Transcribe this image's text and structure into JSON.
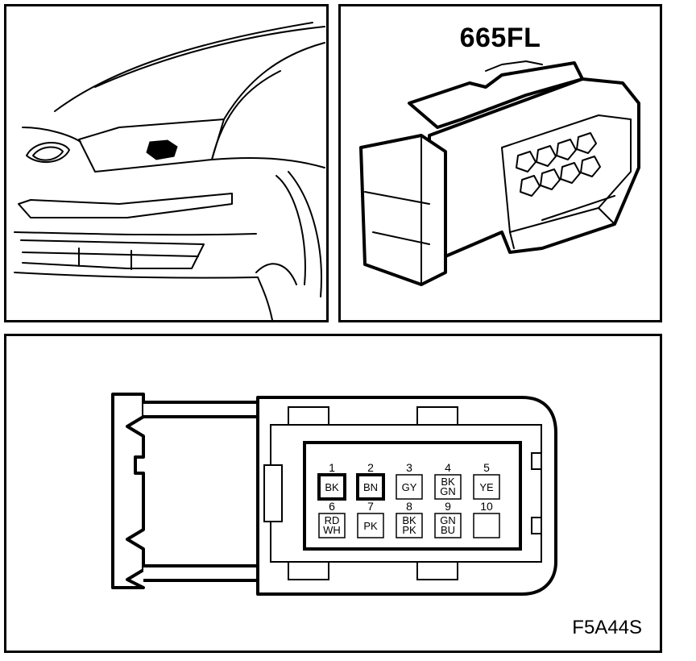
{
  "connector": {
    "id": "665FL",
    "figure_code": "F5A44S"
  },
  "pins": [
    {
      "num": "1",
      "code": [
        "BK"
      ],
      "bold": true
    },
    {
      "num": "2",
      "code": [
        "BN"
      ],
      "bold": true
    },
    {
      "num": "3",
      "code": [
        "GY"
      ],
      "bold": false
    },
    {
      "num": "4",
      "code": [
        "BK",
        "GN"
      ],
      "bold": false
    },
    {
      "num": "5",
      "code": [
        "YE"
      ],
      "bold": false
    },
    {
      "num": "6",
      "code": [
        "RD",
        "WH"
      ],
      "bold": false
    },
    {
      "num": "7",
      "code": [
        "PK"
      ],
      "bold": false
    },
    {
      "num": "8",
      "code": [
        "BK",
        "PK"
      ],
      "bold": false
    },
    {
      "num": "9",
      "code": [
        "GN",
        "BU"
      ],
      "bold": false
    },
    {
      "num": "10",
      "code": [],
      "bold": false
    }
  ],
  "colors": {
    "line": "#000000",
    "background": "#ffffff",
    "location_marker": "#000000"
  }
}
